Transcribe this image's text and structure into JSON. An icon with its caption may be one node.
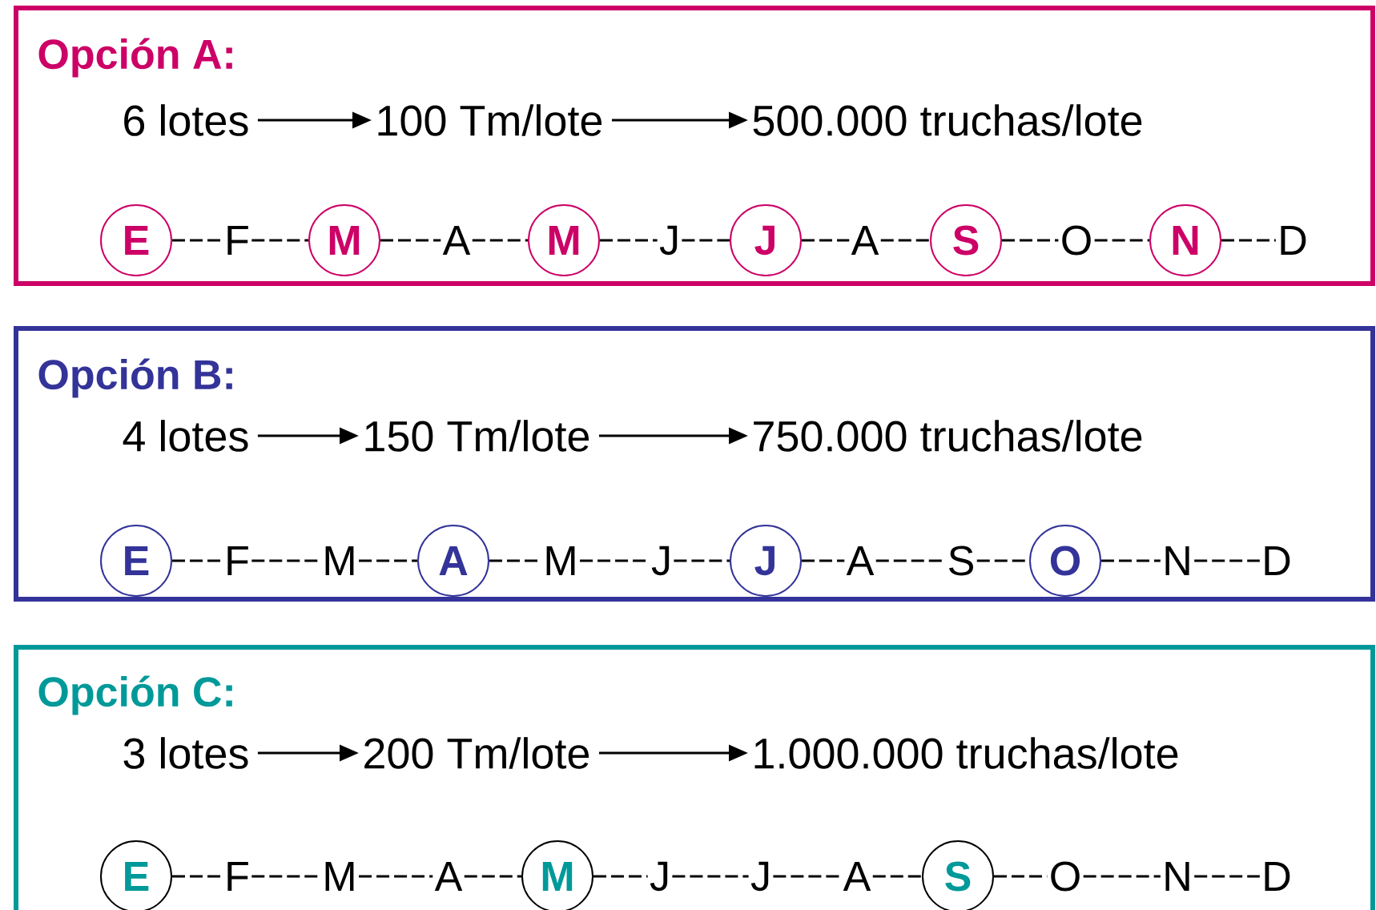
{
  "diagram": {
    "nodes": [
      {
        "text": [
          "Opción A:"
        ]
      },
      {
        "text": [
          "6 lotes"
        ],
        "in": 0
      },
      {
        "text": [
          "100 Tm/lote"
        ],
        "in": 0
      },
      {
        "text": [
          "500.000 truchas/lote"
        ],
        "in": 0
      },
      {
        "text": [
          "E"
        ],
        "in": 0
      },
      {
        "text": [
          "F"
        ],
        "in": 0
      },
      {
        "text": [
          "M"
        ],
        "in": 0
      },
      {
        "text": [
          "A"
        ],
        "in": 0
      },
      {
        "text": [
          "M"
        ],
        "in": 0
      },
      {
        "text": [
          "J"
        ],
        "in": 0
      },
      {
        "text": [
          "J"
        ],
        "in": 0
      },
      {
        "text": [
          "A"
        ],
        "in": 0
      },
      {
        "text": [
          "S"
        ],
        "in": 0
      },
      {
        "text": [
          "O"
        ],
        "in": 0
      },
      {
        "text": [
          "N"
        ],
        "in": 0
      },
      {
        "text": [
          "D"
        ],
        "in": 0
      },
      {
        "text": [
          "Opción B:"
        ]
      },
      {
        "text": [
          "4 lotes"
        ],
        "in": 16
      },
      {
        "text": [
          "150 Tm/lote"
        ],
        "in": 16
      },
      {
        "text": [
          "750.000 truchas/lote"
        ],
        "in": 16
      },
      {
        "text": [
          "E"
        ],
        "in": 16
      },
      {
        "text": [
          "F"
        ],
        "in": 16
      },
      {
        "text": [
          "M"
        ],
        "in": 16
      },
      {
        "text": [
          "A"
        ],
        "in": 16
      },
      {
        "text": [
          "M"
        ],
        "in": 16
      },
      {
        "text": [
          "J"
        ],
        "in": 16
      },
      {
        "text": [
          "J"
        ],
        "in": 16
      },
      {
        "text": [
          "A"
        ],
        "in": 16
      },
      {
        "text": [
          "S"
        ],
        "in": 16
      },
      {
        "text": [
          "O"
        ],
        "in": 16
      },
      {
        "text": [
          "N"
        ],
        "in": 16
      },
      {
        "text": [
          "D"
        ],
        "in": 16
      },
      {
        "text": [
          "Opción C:"
        ]
      },
      {
        "text": [
          "3 lotes"
        ],
        "in": 32
      },
      {
        "text": [
          "200 Tm/lote"
        ],
        "in": 32
      },
      {
        "text": [
          "1.000.000 truchas/lote"
        ],
        "in": 32
      },
      {
        "text": [
          "E"
        ],
        "in": 32
      },
      {
        "text": [
          "F"
        ],
        "in": 32
      },
      {
        "text": [
          "M"
        ],
        "in": 32
      },
      {
        "text": [
          "A"
        ],
        "in": 32
      },
      {
        "text": [
          "M"
        ],
        "in": 32
      },
      {
        "text": [
          "J"
        ],
        "in": 32
      },
      {
        "text": [
          "J"
        ],
        "in": 32
      },
      {
        "text": [
          "A"
        ],
        "in": 32
      },
      {
        "text": [
          "S"
        ],
        "in": 32
      },
      {
        "text": [
          "O"
        ],
        "in": 32
      },
      {
        "text": [
          "N"
        ],
        "in": 32
      },
      {
        "text": [
          "D"
        ],
        "in": 32
      }
    ],
    "edges": [
      {
        "from": 1,
        "to": 2,
        "arrow": "to"
      },
      {
        "from": 2,
        "to": 3,
        "arrow": "to"
      },
      {
        "from": 4,
        "to": 5,
        "arrow": "none",
        "style": "dashed"
      },
      {
        "from": 5,
        "to": 6,
        "arrow": "none",
        "style": "dashed"
      },
      {
        "from": 6,
        "to": 7,
        "arrow": "none",
        "style": "dashed"
      },
      {
        "from": 7,
        "to": 8,
        "arrow": "none",
        "style": "dashed"
      },
      {
        "from": 8,
        "to": 9,
        "arrow": "none",
        "style": "dashed"
      },
      {
        "from": 9,
        "to": 10,
        "arrow": "none",
        "style": "dashed"
      },
      {
        "from": 10,
        "to": 11,
        "arrow": "none",
        "style": "dashed"
      },
      {
        "from": 11,
        "to": 12,
        "arrow": "none",
        "style": "dashed"
      },
      {
        "from": 12,
        "to": 13,
        "arrow": "none",
        "style": "dashed"
      },
      {
        "from": 13,
        "to": 14,
        "arrow": "none",
        "style": "dashed"
      },
      {
        "from": 14,
        "to": 15,
        "arrow": "none",
        "style": "dashed"
      },
      {
        "from": 17,
        "to": 18,
        "arrow": "to"
      },
      {
        "from": 18,
        "to": 19,
        "arrow": "to"
      },
      {
        "from": 20,
        "to": 21,
        "arrow": "none",
        "style": "dashed"
      },
      {
        "from": 21,
        "to": 22,
        "arrow": "none",
        "style": "dashed"
      },
      {
        "from": 22,
        "to": 23,
        "arrow": "none",
        "style": "dashed"
      },
      {
        "from": 23,
        "to": 24,
        "arrow": "none",
        "style": "dashed"
      },
      {
        "from": 24,
        "to": 25,
        "arrow": "none",
        "style": "dashed"
      },
      {
        "from": 25,
        "to": 26,
        "arrow": "none",
        "style": "dashed"
      },
      {
        "from": 26,
        "to": 27,
        "arrow": "none",
        "style": "dashed"
      },
      {
        "from": 27,
        "to": 28,
        "arrow": "none",
        "style": "dashed"
      },
      {
        "from": 28,
        "to": 29,
        "arrow": "none",
        "style": "dashed"
      },
      {
        "from": 29,
        "to": 30,
        "arrow": "none",
        "style": "dashed"
      },
      {
        "from": 30,
        "to": 31,
        "arrow": "none",
        "style": "dashed"
      },
      {
        "from": 33,
        "to": 34,
        "arrow": "to"
      },
      {
        "from": 34,
        "to": 35,
        "arrow": "to"
      },
      {
        "from": 36,
        "to": 37,
        "arrow": "none",
        "style": "dashed"
      },
      {
        "from": 37,
        "to": 38,
        "arrow": "none",
        "style": "dashed"
      },
      {
        "from": 38,
        "to": 39,
        "arrow": "none",
        "style": "dashed"
      },
      {
        "from": 39,
        "to": 40,
        "arrow": "none",
        "style": "dashed"
      },
      {
        "from": 40,
        "to": 41,
        "arrow": "none",
        "style": "dashed"
      },
      {
        "from": 41,
        "to": 42,
        "arrow": "none",
        "style": "dashed"
      },
      {
        "from": 42,
        "to": 43,
        "arrow": "none",
        "style": "dashed"
      },
      {
        "from": 43,
        "to": 44,
        "arrow": "none",
        "style": "dashed"
      },
      {
        "from": 44,
        "to": 45,
        "arrow": "none",
        "style": "dashed"
      },
      {
        "from": 45,
        "to": 46,
        "arrow": "none",
        "style": "dashed"
      },
      {
        "from": 46,
        "to": 47,
        "arrow": "none",
        "style": "dashed"
      }
    ]
  }
}
